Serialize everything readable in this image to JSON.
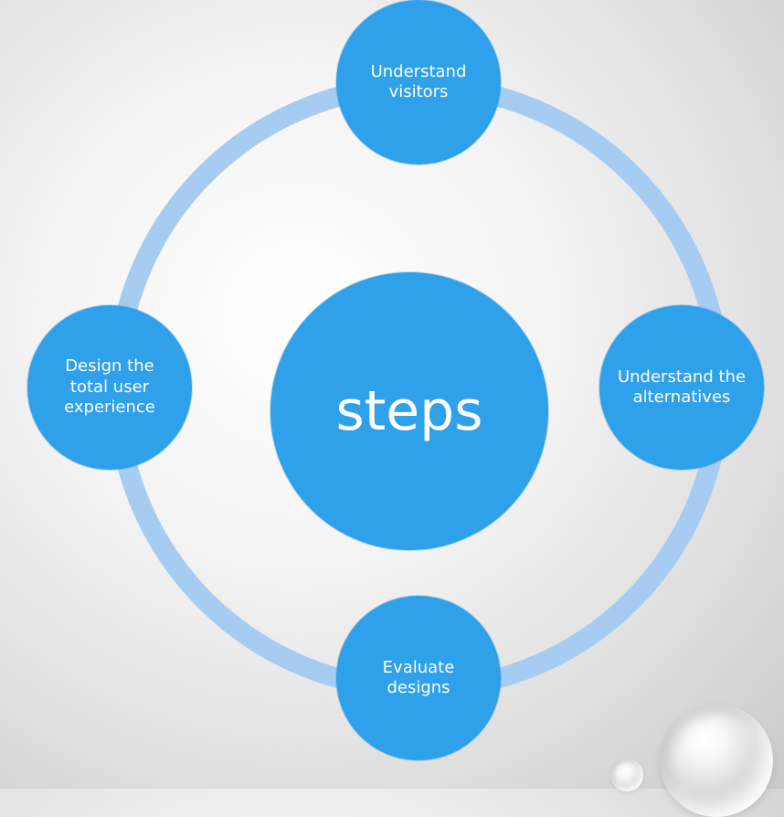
{
  "diagram": {
    "center_label": "steps",
    "nodes": [
      {
        "label": "Understand visitors"
      },
      {
        "label": "Understand the alternatives"
      },
      {
        "label": "Evaluate designs"
      },
      {
        "label": "Design the total user experience"
      }
    ]
  },
  "colors": {
    "node_fill": "#2fa0ea",
    "ring_stroke": "#a7ccf1",
    "text": "#ffffff"
  }
}
